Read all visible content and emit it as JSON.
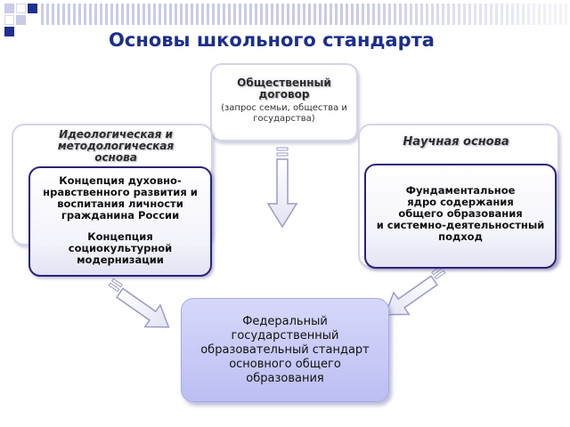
{
  "title": "Основы школьного стандарта",
  "top": {
    "title_lines": [
      "Общественный",
      "договор"
    ],
    "sub_lines": [
      "(запрос семьи, общества и",
      "государства)"
    ]
  },
  "left": {
    "label_lines": [
      "Идеологическая и",
      "методологическая",
      "основа"
    ],
    "concept1_lines": [
      "Концепция духовно-",
      "нравственного развития и",
      "воспитания личности",
      "гражданина России"
    ],
    "concept2_lines": [
      "Концепция",
      "социокультурной",
      "модернизации"
    ]
  },
  "right": {
    "label": "Научная основа",
    "content_lines": [
      "Фундаментальное",
      "ядро содержания",
      "общего образования",
      "и системно-деятельностный",
      "подход"
    ]
  },
  "bottom": {
    "lines": [
      "Федеральный",
      "государственный",
      "образовательный стандарт",
      "основного общего",
      "образования"
    ]
  },
  "colors": {
    "title": "#1c2e8c",
    "inner_border": "#2b237a",
    "result_fill": "#c6c8f6"
  }
}
